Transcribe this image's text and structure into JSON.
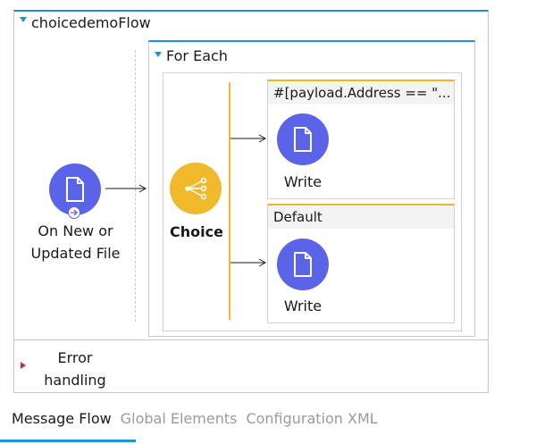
{
  "flow": {
    "title": "choicedemoFlow"
  },
  "source": {
    "label_line1": "On New or",
    "label_line2": "Updated File"
  },
  "foreach": {
    "title": "For Each"
  },
  "choice": {
    "label": "Choice"
  },
  "routes": [
    {
      "header": "#[payload.Address == \"...",
      "action": "Write"
    },
    {
      "header": "Default",
      "action": "Write"
    }
  ],
  "error_handling": {
    "line1": "Error",
    "line2": "handling"
  },
  "tabs": [
    {
      "label": "Message Flow",
      "active": true
    },
    {
      "label": "Global Elements",
      "active": false
    },
    {
      "label": "Configuration XML",
      "active": false
    }
  ],
  "colors": {
    "accent": "#1f8fd6",
    "operation": "#5b63e8",
    "router": "#f0b92b",
    "error": "#c0304a"
  }
}
